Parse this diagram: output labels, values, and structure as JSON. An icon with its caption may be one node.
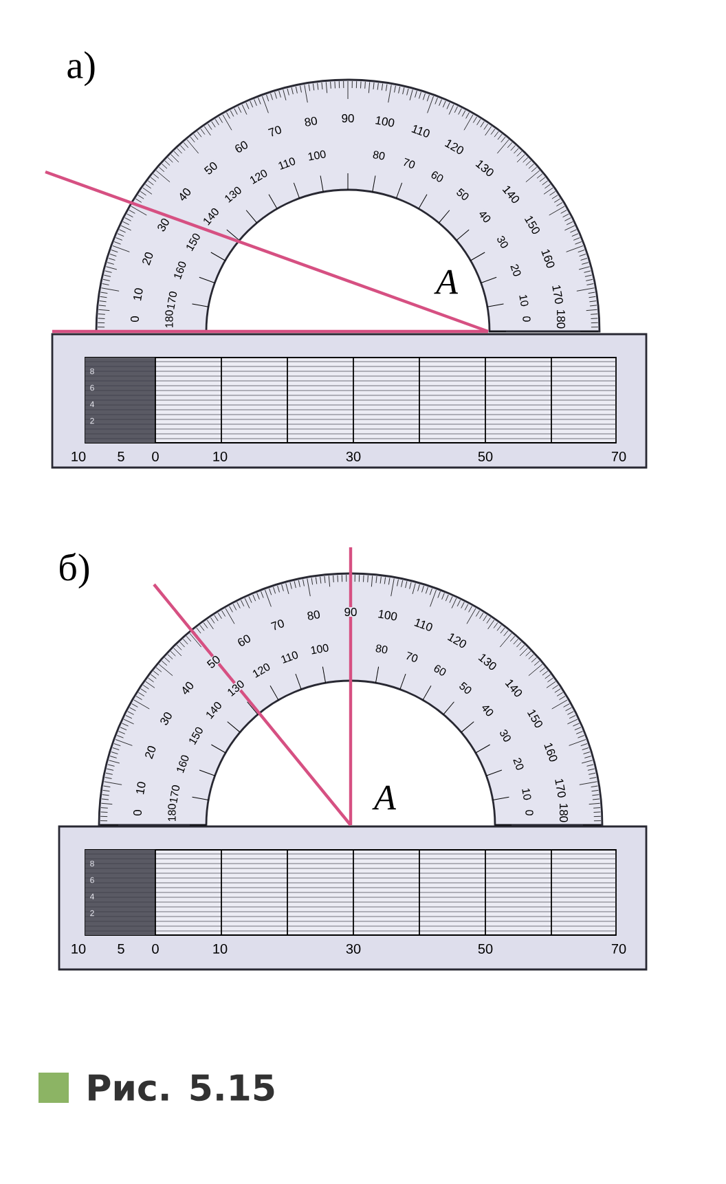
{
  "diagram": {
    "caption": "Рис. 5.15",
    "labels": [
      "а)",
      "0",
      "180",
      "10",
      "170",
      "20",
      "160",
      "30",
      "150",
      "40",
      "140",
      "50",
      "130",
      "60",
      "120",
      "70",
      "110",
      "80",
      "100",
      "90",
      "100",
      "80",
      "110",
      "70",
      "120",
      "60",
      "130",
      "50",
      "140",
      "40",
      "150",
      "30",
      "160",
      "20",
      "170",
      "10",
      "180",
      "0",
      "A",
      "8",
      "6",
      "4",
      "2",
      "10",
      "5",
      "0",
      "10",
      "30",
      "50",
      "70",
      "б)",
      "0",
      "180",
      "10",
      "170",
      "20",
      "160",
      "30",
      "150",
      "40",
      "140",
      "50",
      "130",
      "60",
      "120",
      "70",
      "110",
      "80",
      "100",
      "90",
      "100",
      "80",
      "110",
      "70",
      "120",
      "60",
      "130",
      "50",
      "140",
      "40",
      "150",
      "30",
      "160",
      "20",
      "170",
      "10",
      "180",
      "0",
      "A",
      "8",
      "6",
      "4",
      "2",
      "10",
      "5",
      "0",
      "10",
      "30",
      "50",
      "70"
    ]
  }
}
